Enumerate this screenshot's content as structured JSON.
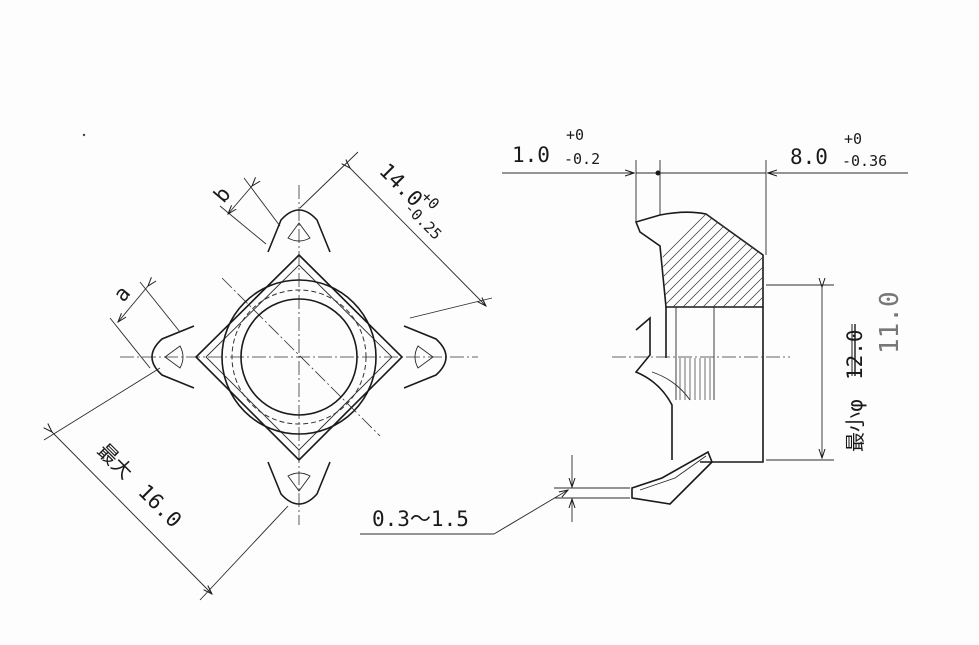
{
  "front_view": {
    "dim_width": {
      "value": "14.0",
      "tol_upper": "+0",
      "tol_lower": "-0.25"
    },
    "dim_max": {
      "label": "最大",
      "value": "16.0"
    },
    "dim_a": "a",
    "dim_b": "b"
  },
  "side_view": {
    "dim_top_left": {
      "value": "1.0",
      "tol_upper": "+0",
      "tol_lower": "-0.2"
    },
    "dim_top_right": {
      "value": "8.0",
      "tol_upper": "+0",
      "tol_lower": "-0.36"
    },
    "dim_bottom": "0.3～1.5",
    "dim_diameter": {
      "label": "最小φ",
      "struck_value": "12.0",
      "handwritten_value": "11.0"
    }
  }
}
